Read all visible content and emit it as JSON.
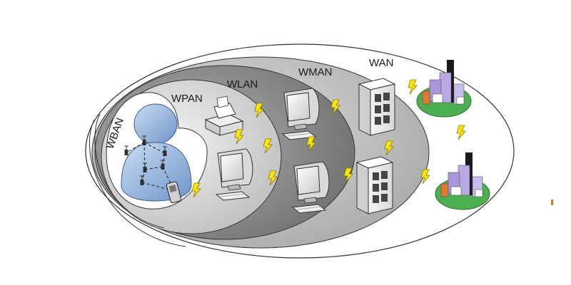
{
  "labels": {
    "wban": "WBAN",
    "wpan": "WPAN",
    "wlan": "WLAN",
    "wman": "WMAN",
    "wan": "WAN"
  },
  "icons": {
    "person": "person-icon",
    "sensor": "body-sensor-icon",
    "handheld": "handheld-device-icon",
    "printer": "printer-icon",
    "workstation": "computer-monitor-icon",
    "server": "server-tower-icon",
    "city": "city-buildings-icon",
    "wireless_link": "lightning-bolt-icon"
  },
  "colors": {
    "wan_zone": "#ffffff",
    "wman_zone": "#c2c2c2",
    "wlan_zone": "#858585",
    "wpan_zone": "#d9d9d9",
    "wban_zone": "#ffffff",
    "person_body": "#9fbfe6",
    "wireless_bolt": "#ffe600",
    "city_ground": "#4caf50",
    "city_building_purple": "#b9a7e6",
    "city_building_orange": "#e07a2e",
    "city_building_black": "#1a1a1a"
  }
}
